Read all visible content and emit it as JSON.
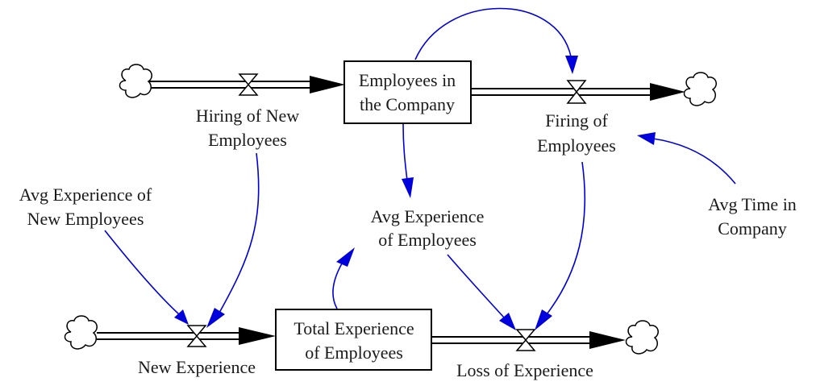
{
  "stocks": {
    "employees": {
      "line1": "Employees in",
      "line2": "the Company"
    },
    "experience": {
      "line1": "Total Experience",
      "line2": "of Employees"
    }
  },
  "flows": {
    "hiring": {
      "line1": "Hiring of New",
      "line2": "Employees"
    },
    "firing": {
      "line1": "Firing of",
      "line2": "Employees"
    },
    "new_experience": {
      "line1": "New Experience"
    },
    "loss_experience": {
      "line1": "Loss of Experience"
    }
  },
  "auxiliaries": {
    "avg_exp_new": {
      "line1": "Avg Experience of",
      "line2": "New Employees"
    },
    "avg_exp": {
      "line1": "Avg Experience",
      "line2": "of Employees"
    },
    "avg_time": {
      "line1": "Avg Time in",
      "line2": "Company"
    }
  },
  "colors": {
    "link": "#0000dd",
    "flow": "#000000",
    "background": "#ffffff"
  }
}
